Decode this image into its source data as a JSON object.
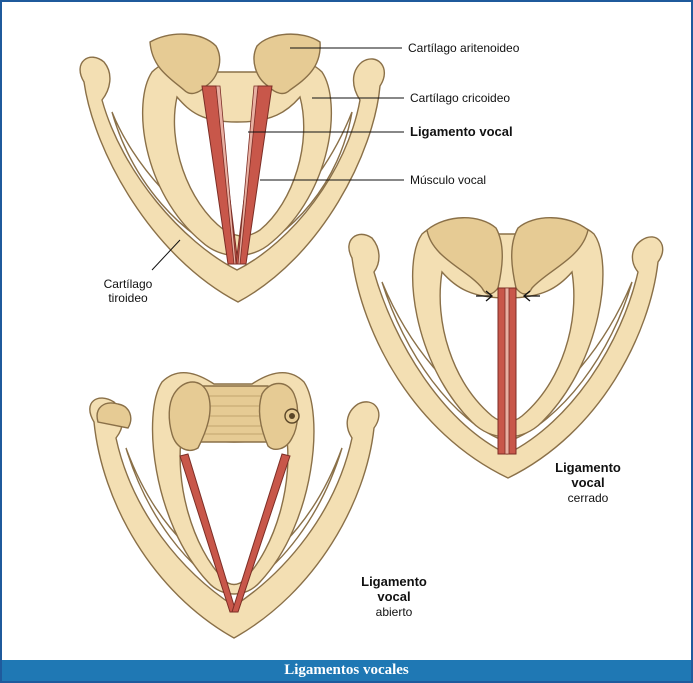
{
  "labels": {
    "aritenoideo": "Cartílago aritenoideo",
    "cricoideo": "Cartílago cricoideo",
    "ligamento": "Ligamento vocal",
    "musculo": "Músculo vocal",
    "tiroideo_1": "Cartílago",
    "tiroideo_2": "tiroideo",
    "cerrado_1": "Ligamento",
    "cerrado_2": "vocal",
    "cerrado_3": "cerrado",
    "abierto_1": "Ligamento",
    "abierto_2": "vocal",
    "abierto_3": "abierto"
  },
  "caption": "Ligamentos vocales",
  "colors": {
    "cartilage": "#f3dfb3",
    "cartilage_outline": "#8a7048",
    "muscle": "#c8574a",
    "caption_bg": "#1f78b4",
    "border": "#1f5a9c"
  }
}
